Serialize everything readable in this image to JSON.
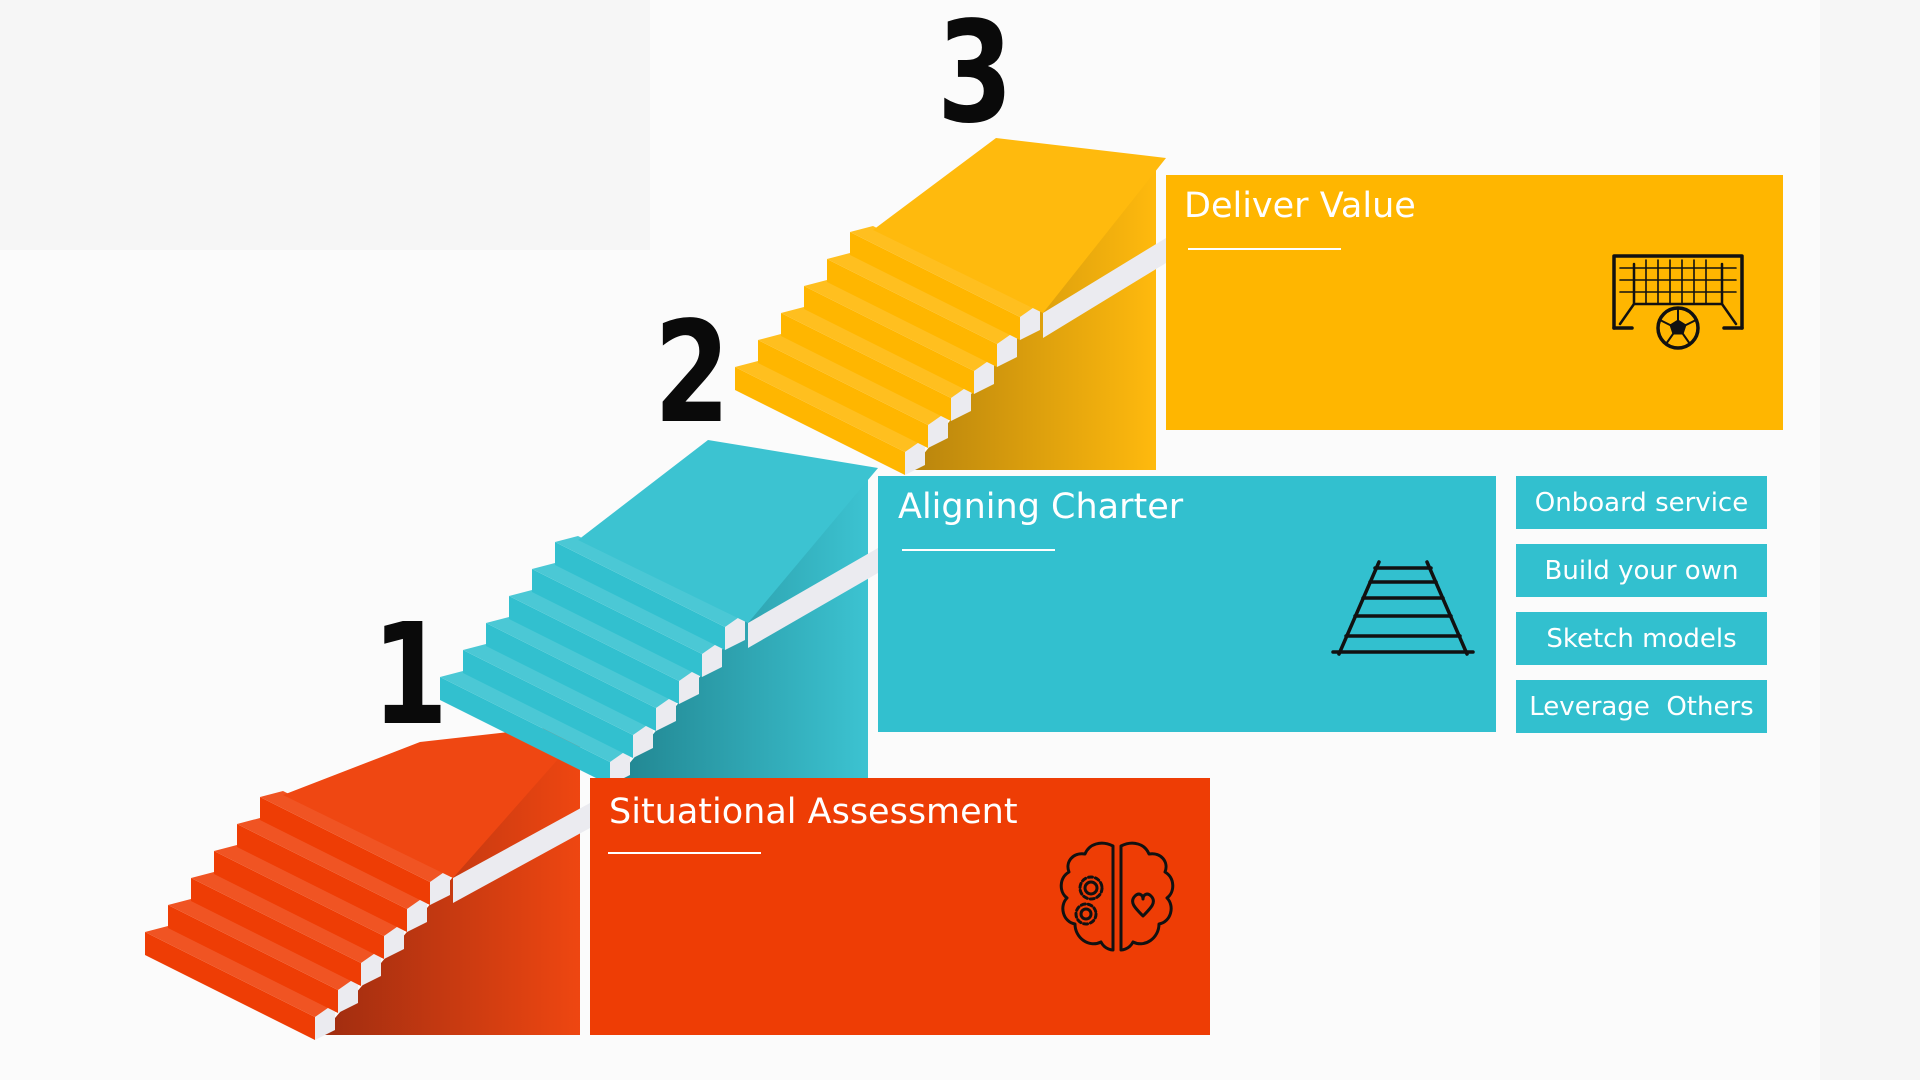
{
  "colors": {
    "background": "#f6f6f6",
    "step1": "#ee3d05",
    "step2": "#32c0cf",
    "step3": "#ffb600",
    "stairs_side": "#ebebf0",
    "number": "#0a0a0a"
  },
  "steps": [
    {
      "number": "1",
      "title": "Situational Assessment",
      "icon": "brain-icon"
    },
    {
      "number": "2",
      "title": "Aligning Charter",
      "icon": "rail-track-icon"
    },
    {
      "number": "3",
      "title": "Deliver Value",
      "icon": "soccer-goal-icon"
    }
  ],
  "options": [
    "Onboard service",
    "Build your own",
    "Sketch models",
    "Leverage  Others"
  ]
}
